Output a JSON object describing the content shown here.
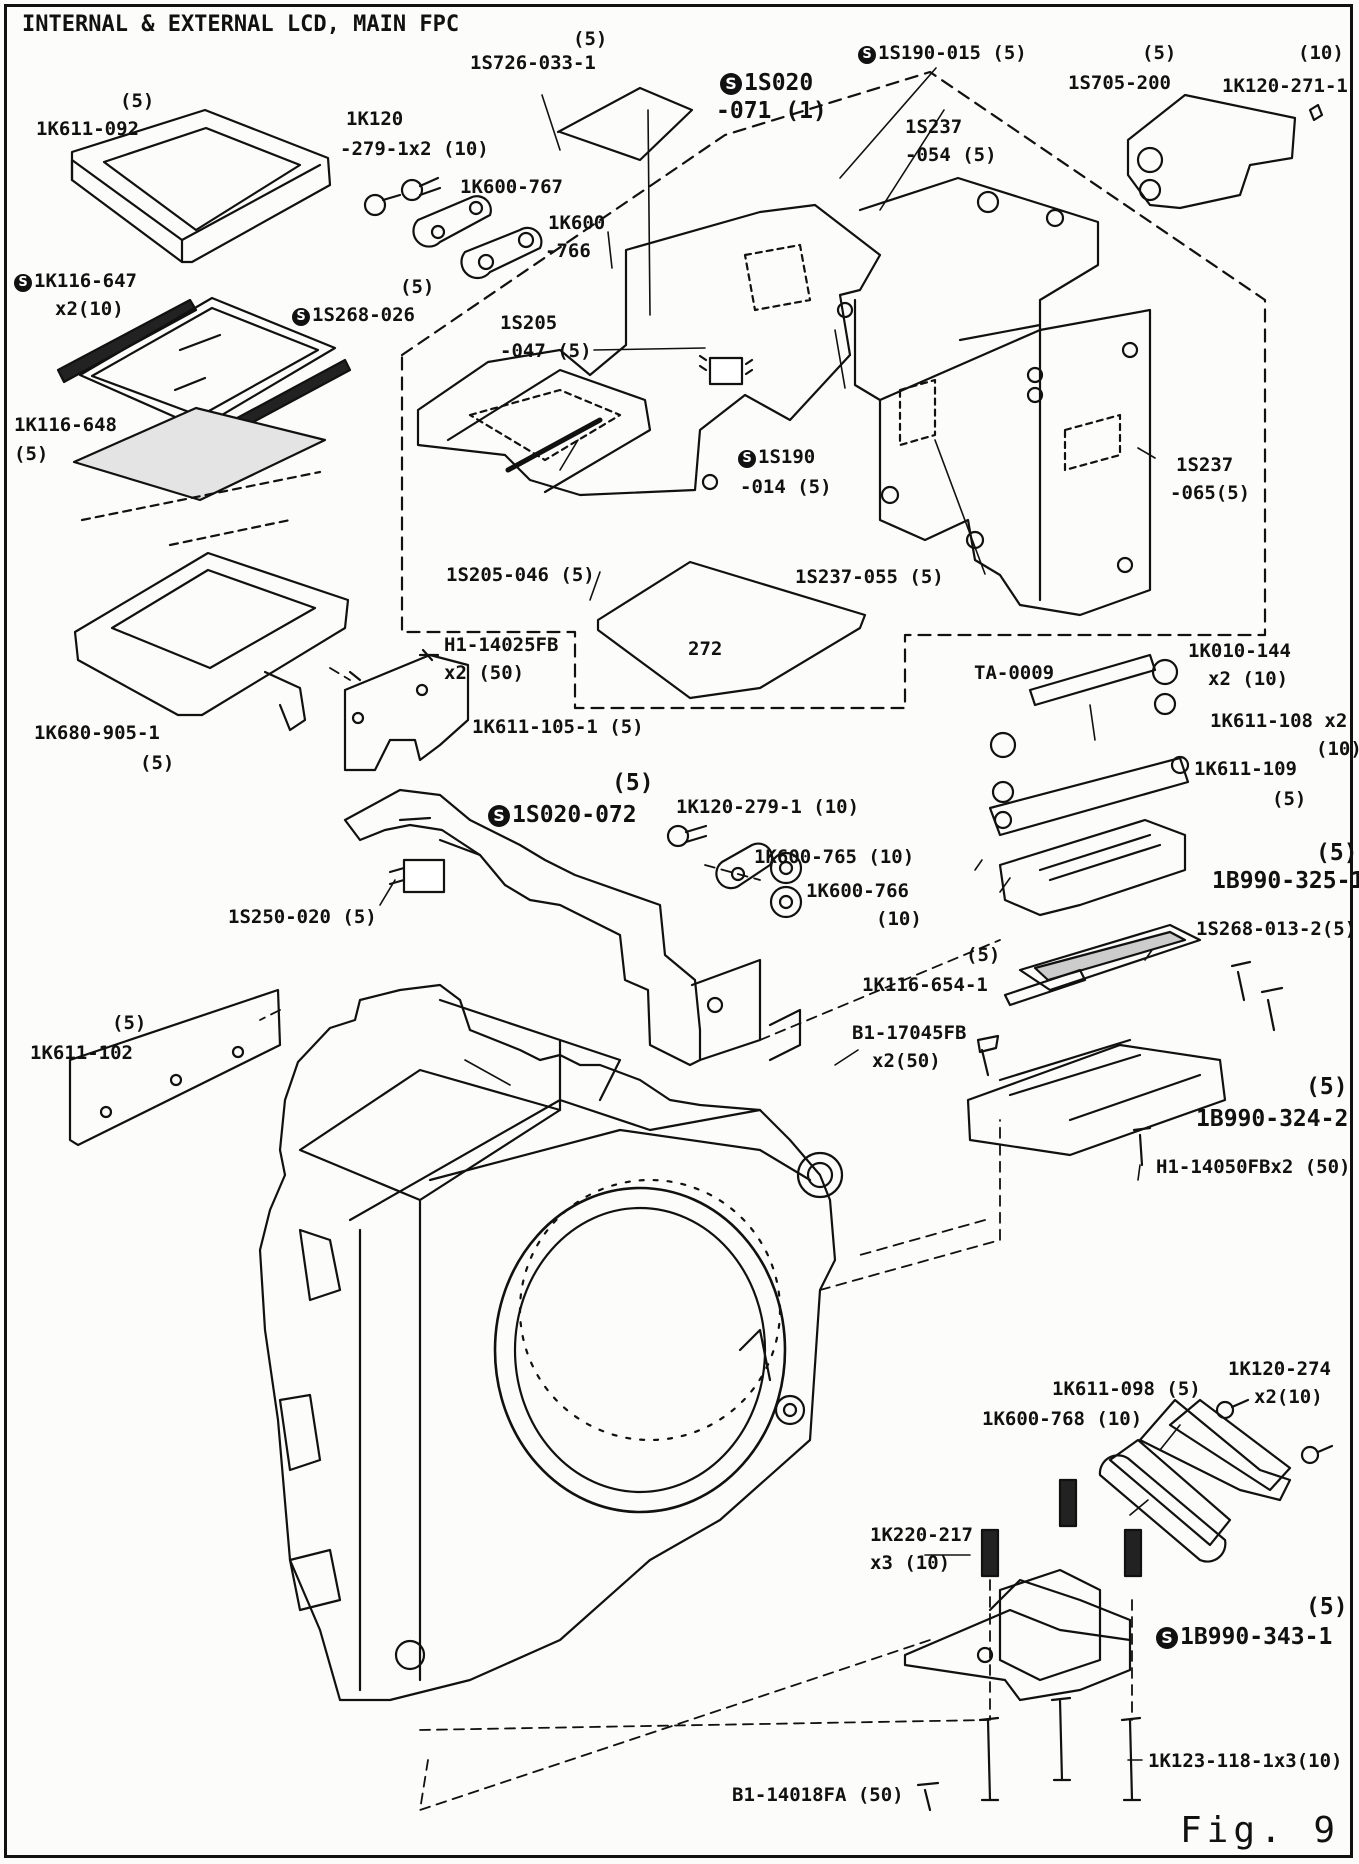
{
  "title": "INTERNAL & EXTERNAL LCD, MAIN FPC",
  "figure": "Fig. 9",
  "symbol": "S",
  "labels": {
    "l01": "(5)",
    "l02": "1S726-033-1",
    "l03": "1S020",
    "l04": "-071 (1)",
    "l05": "1S190-015 (5)",
    "l06": "(5)",
    "l07": "1S705-200",
    "l08": "(10)",
    "l09": "1K120-271-1",
    "l10": "(5)",
    "l11": "1K611-092",
    "l12": "1K120",
    "l13": "-279-1x2 (10)",
    "l14": "1S237",
    "l15": "-054 (5)",
    "l16": "1K600-767",
    "l17": "1K600",
    "l18": "-766",
    "l19": "1K116-647",
    "l20": "x2(10)",
    "l21": "(5)",
    "l22": "1S268-026",
    "l23": "1S205",
    "l24": "-047 (5)",
    "l25": "1K116-648",
    "l26": "(5)",
    "l27": "1S190",
    "l28": "-014 (5)",
    "l29": "1S237",
    "l30": "-065(5)",
    "l31": "1S205-046 (5)",
    "l32": "1S237-055 (5)",
    "l33": "272",
    "l34": "H1-14025FB",
    "l35": "x2 (50)",
    "l36": "TA-0009",
    "l37": "1K010-144",
    "l38": "x2 (10)",
    "l39": "1K680-905-1",
    "l40": "(5)",
    "l41": "1K611-105-1 (5)",
    "l42": "1K611-108 x2",
    "l43": "(10)",
    "l44": "1K611-109",
    "l45": "(5)",
    "l46": "(5)",
    "l47": "1S020-072",
    "l48": "1K120-279-1 (10)",
    "l49": "(5)",
    "l50": "1B990-325-1",
    "l51": "1K600-765 (10)",
    "l52": "1K600-766",
    "l53": "(10)",
    "l54": "1S250-020 (5)",
    "l55": "1S268-013-2(5)",
    "l56": "(5)",
    "l57": "1K116-654-1",
    "l58": "(5)",
    "l59": "1K611-102",
    "l60": "B1-17045FB",
    "l61": "x2(50)",
    "l62": "(5)",
    "l63": "1B990-324-2",
    "l64": "H1-14050FBx2 (50)",
    "l65": "1K120-274",
    "l66": "1K611-098 (5)",
    "l67": "x2(10)",
    "l68": "1K600-768 (10)",
    "l69": "1K220-217",
    "l70": "x3 (10)",
    "l71": "(5)",
    "l72": "1B990-343-1",
    "l73": "1K123-118-1x3(10)",
    "l74": "B1-14018FA (50)"
  }
}
